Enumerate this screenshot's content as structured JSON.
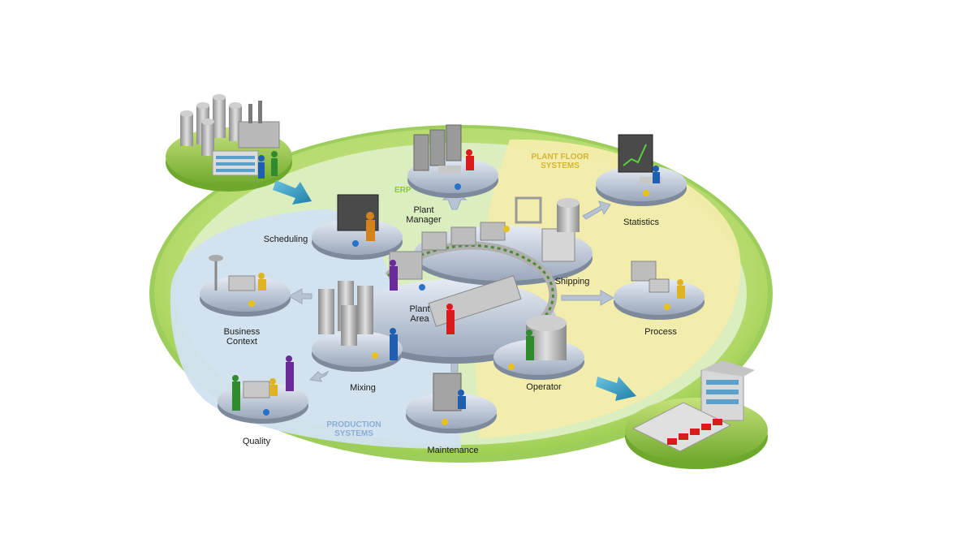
{
  "regions": {
    "erp": "ERP",
    "plant_floor": [
      "PLANT FLOOR",
      "SYSTEMS"
    ],
    "production": [
      "PRODUCTION",
      "SYSTEMS"
    ]
  },
  "nodes": {
    "plant_manager": [
      "Plant",
      "Manager"
    ],
    "statistics": [
      "Statistics"
    ],
    "scheduling": [
      "Scheduling"
    ],
    "shipping": [
      "Shipping"
    ],
    "business_context": [
      "Business",
      "Context"
    ],
    "plant_area": [
      "Plant",
      "Area"
    ],
    "process": [
      "Process"
    ],
    "mixing": [
      "Mixing"
    ],
    "operator": [
      "Operator"
    ],
    "quality": [
      "Quality"
    ],
    "maintenance": [
      "Maintenance"
    ]
  },
  "icons": {
    "supplier": "factory-icon",
    "customer": "warehouse-icon",
    "worker": "person-icon",
    "computer": "workstation-icon"
  },
  "colors": {
    "outer_ring": "#a8d45a",
    "erp_fill": "#dbeec0",
    "plant_floor_fill": "#f3ecab",
    "production_fill": "#d2e2f1",
    "platform": "#c8d2e0",
    "arrow": "#3d9fc4"
  }
}
